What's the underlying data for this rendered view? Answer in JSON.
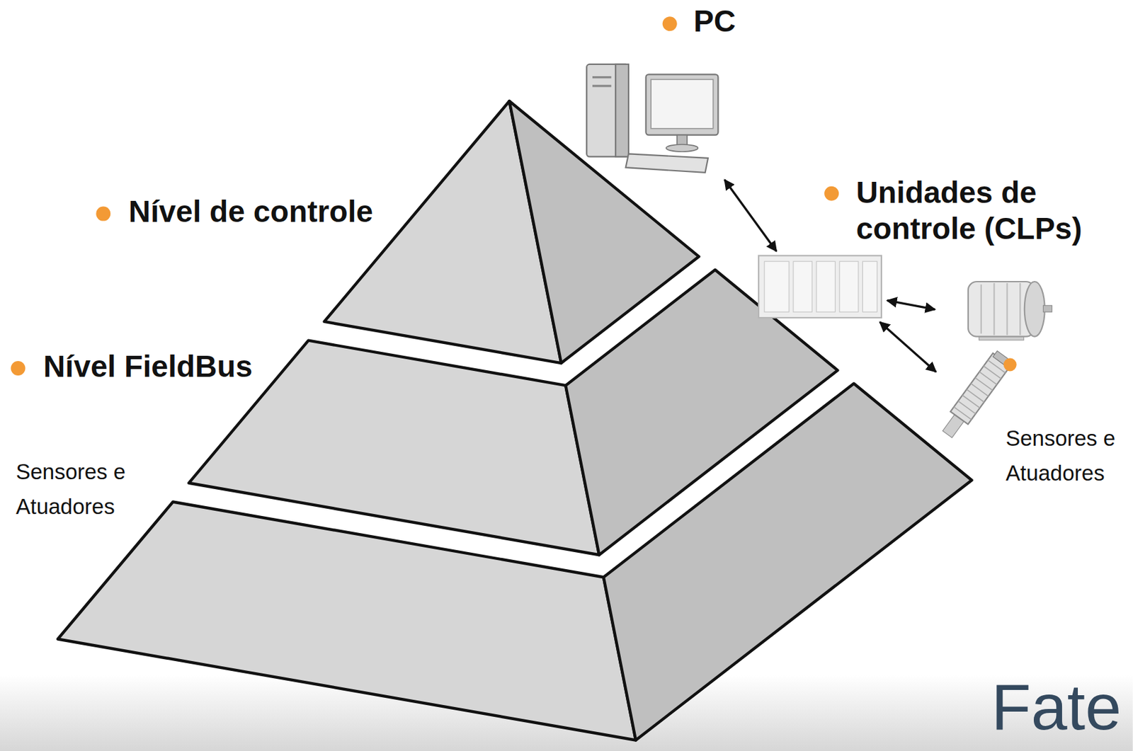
{
  "diagram": {
    "nodes": [
      {
        "text": [
          "PC"
        ]
      },
      {
        "text": [
          "Unidades de controle (CLPs)"
        ]
      },
      {
        "text": [
          "Sensores e Atuadores"
        ]
      }
    ],
    "edges": [
      {
        "from": 0,
        "to": 1,
        "arrow": "both"
      },
      {
        "from": 1,
        "to": 2,
        "arrow": "both"
      },
      {
        "from": 1,
        "to": 2,
        "arrow": "both"
      }
    ],
    "labels": [
      "Nível de controle",
      "Nível FieldBus",
      "Sensores e Atuadores",
      "Fate"
    ]
  }
}
